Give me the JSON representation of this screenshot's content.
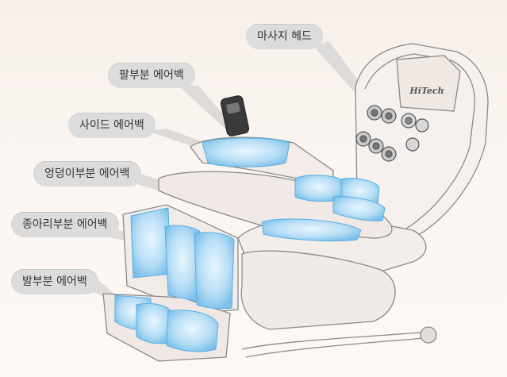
{
  "labels": {
    "head": "마사지 헤드",
    "arm": "팔부분 에어백",
    "side": "사이드 에어백",
    "hip": "엉덩이부분 에어백",
    "calf": "종아리부분 에어백",
    "foot": "발부분 에어백"
  },
  "logo": "HiTech",
  "colors": {
    "airbag": "#a9d6f0",
    "airbag_edge": "#5aaee0",
    "callout": "#dcdcdc",
    "outline": "#8a8a8a"
  }
}
